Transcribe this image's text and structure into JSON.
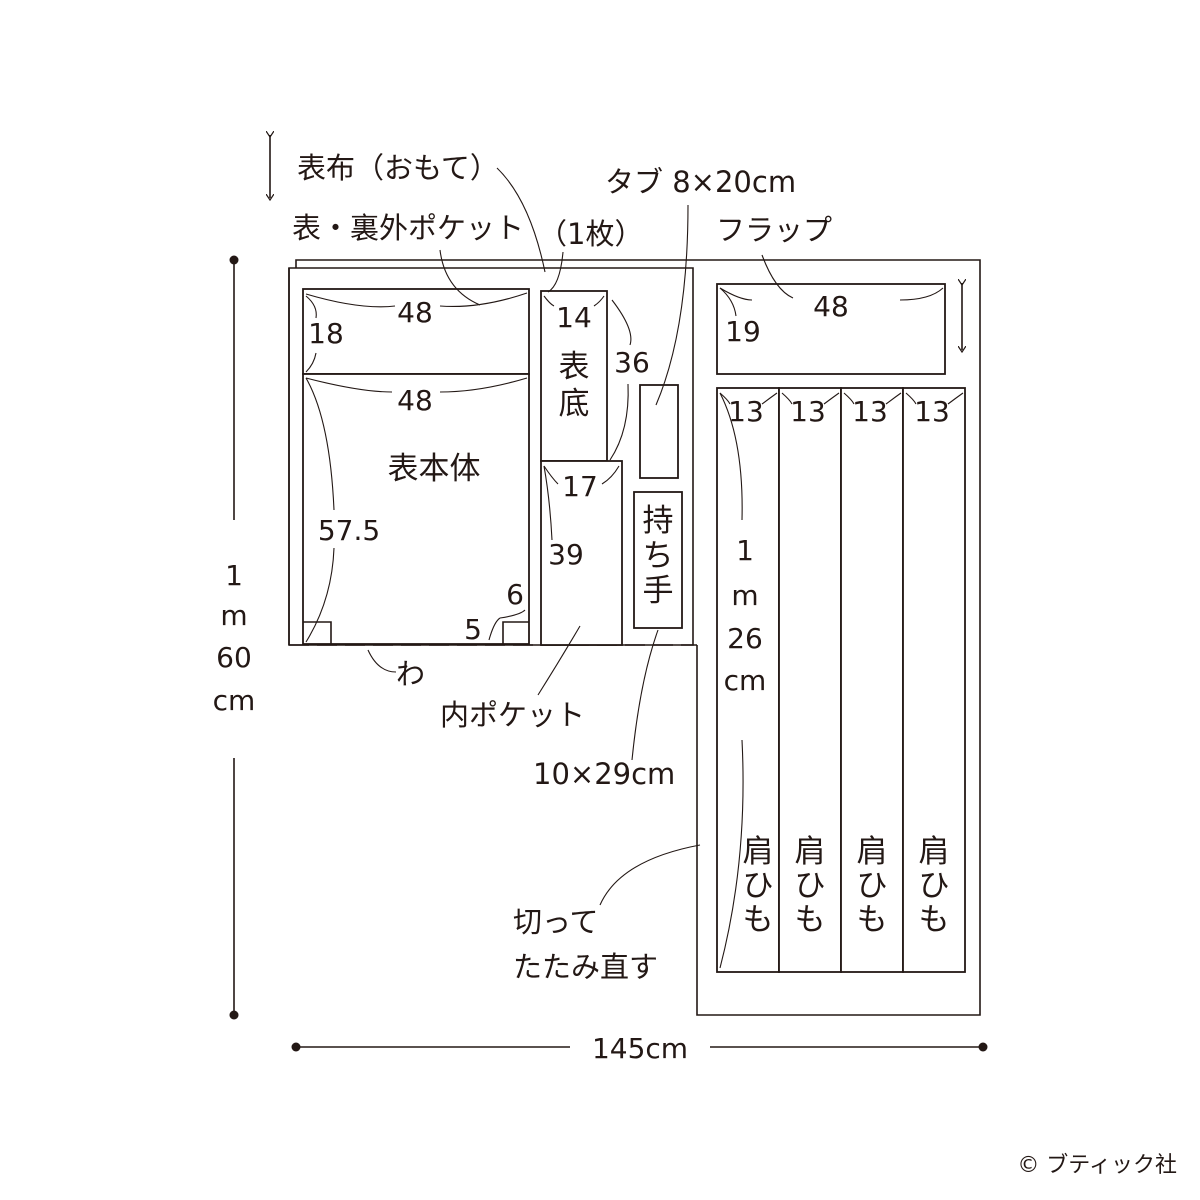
{
  "fabric": {
    "name": "表布（おもて）",
    "height": "1 m 60 cm",
    "height_lines": [
      "1",
      "m",
      "60",
      "cm"
    ],
    "width": "145cm",
    "fold": "わ",
    "cut_refold": [
      "切って",
      "たたみ直す"
    ]
  },
  "pieces": {
    "outer_pocket": {
      "name": "表・裏外ポケット",
      "count": "（1枚）",
      "width": "48",
      "height": "18"
    },
    "body": {
      "name": "表本体",
      "width": "48",
      "height": "57.5",
      "notch_h": "6",
      "notch_w": "5"
    },
    "bottom": {
      "name_lines": [
        "表",
        "底"
      ],
      "width": "14",
      "height": "36"
    },
    "inner_pocket": {
      "name": "内ポケット",
      "width": "17",
      "height": "39"
    },
    "tab": {
      "label": "タブ 8×20cm"
    },
    "handle": {
      "name_lines": [
        "持",
        "ち",
        "手"
      ],
      "size": "10×29cm"
    },
    "flap": {
      "name": "フラップ",
      "width": "48",
      "height": "19"
    },
    "straps": {
      "widths": [
        "13",
        "13",
        "13",
        "13"
      ],
      "length_lines": [
        "1",
        "m",
        "26",
        "cm"
      ],
      "name_lines": [
        "肩",
        "ひ",
        "も"
      ]
    }
  },
  "credit": "© ブティック社",
  "colors": {
    "ink": "#231815",
    "fold_fill": "#f6f7e6",
    "paper": "#ffffff"
  }
}
